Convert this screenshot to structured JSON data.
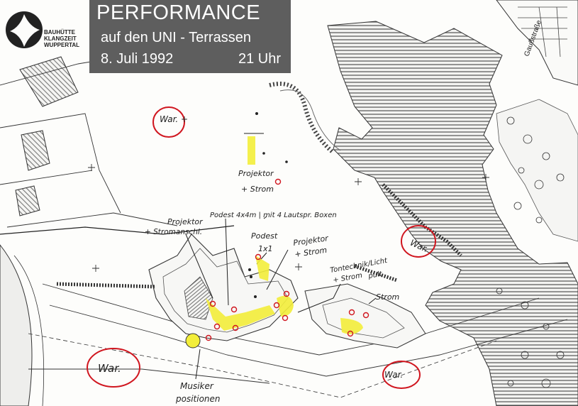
{
  "header": {
    "title": "PERFORMANCE",
    "subtitle": "auf den UNI - Terrassen",
    "date": "8. Juli 1992",
    "time": "21 Uhr"
  },
  "logo": {
    "line1": "BAUHÜTTE",
    "line2": "KLANGZEIT",
    "line3": "WUPPERTAL"
  },
  "map": {
    "street_label": "Gaußstraße",
    "annotations": {
      "projektor_strom_top": [
        "Projektor",
        "+ Strom"
      ],
      "projektor_stromanschluss": [
        "Projektor",
        "+ Stromanschl."
      ],
      "podest_boxen": "Podest 4x4m | mit 4 Lautspr. Boxen",
      "podest_1x1": [
        "Podest",
        "1x1"
      ],
      "projektor_strom_mid": [
        "Projektor",
        "+ Strom"
      ],
      "tontechnik": [
        "Tontechnik/Licht",
        "+ Strom",
        "pult"
      ],
      "strom": "Strom",
      "musiker": [
        "Musiker",
        "positionen"
      ]
    },
    "markers": [
      "War. +",
      "War.",
      "War.",
      "War."
    ]
  },
  "colors": {
    "highlight": "#f3ee3a",
    "marker": "#d0161f",
    "title_bg": "#5e5e5e"
  }
}
